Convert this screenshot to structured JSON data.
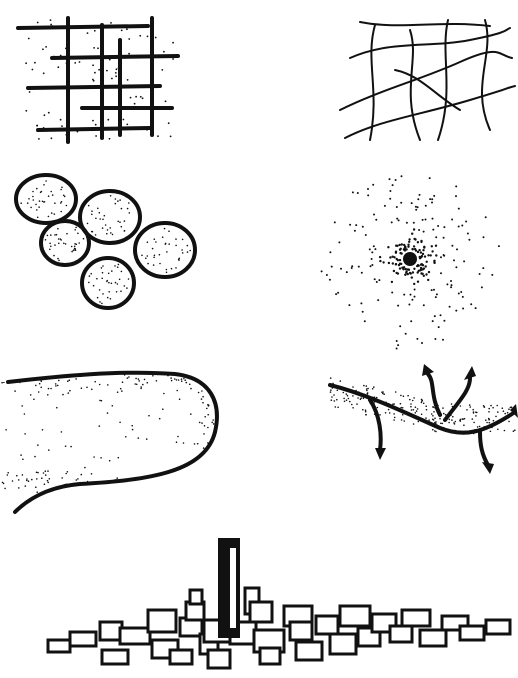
{
  "figure": {
    "panels": [
      {
        "id": "grid-pattern",
        "glyph": "grid-icon"
      },
      {
        "id": "organic-network-pattern",
        "glyph": "network-icon"
      },
      {
        "id": "cluster-cells-pattern",
        "glyph": "cells-icon"
      },
      {
        "id": "radial-dispersal-pattern",
        "glyph": "radial-dots-icon"
      },
      {
        "id": "linear-edge-pattern",
        "glyph": "edge-icon"
      },
      {
        "id": "branching-corridor-pattern",
        "glyph": "branch-arrows-icon"
      },
      {
        "id": "central-tower-skyline",
        "glyph": "skyline-icon"
      }
    ],
    "ink_color": "#111111",
    "background_color": "#ffffff"
  }
}
